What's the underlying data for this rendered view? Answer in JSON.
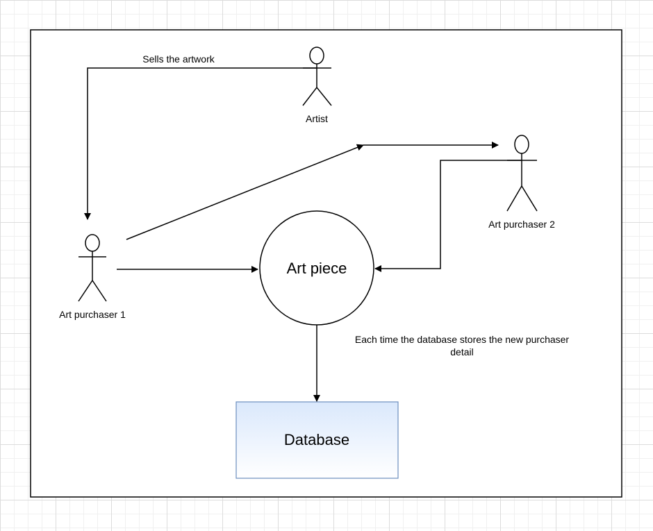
{
  "actors": {
    "artist": {
      "label": "Artist"
    },
    "purchaser1": {
      "label": "Art purchaser 1"
    },
    "purchaser2": {
      "label": "Art purchaser 2"
    }
  },
  "nodes": {
    "art_piece": {
      "label": "Art piece"
    },
    "database": {
      "label": "Database"
    }
  },
  "edges": {
    "sells": {
      "label": "Sells the artwork"
    },
    "store_line1": "Each time the database stores the new purchaser",
    "store_line2": "detail"
  },
  "colors": {
    "line": "#000000",
    "database_fill_top": "#dae8fc",
    "database_fill_bottom": "#ffffff",
    "database_stroke": "#6c8ebf",
    "grid": "#dcdcdc"
  }
}
